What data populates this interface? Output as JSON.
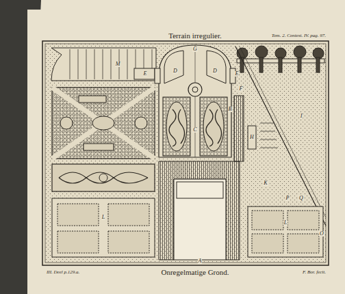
{
  "diagram": {
    "title": "Terrain irregulier.",
    "caption": "Onregelmatige Grond.",
    "labels": [
      "Tom. 2. Contest. IV. pag. 97.",
      "III. Deel p.129.a.",
      "F. Bor. fecit.",
      "M",
      "E",
      "D",
      "D",
      "E",
      "G",
      "C",
      "B",
      "F",
      "H",
      "I",
      "K",
      "P",
      "Q",
      "O",
      "A",
      "L",
      "L"
    ]
  }
}
